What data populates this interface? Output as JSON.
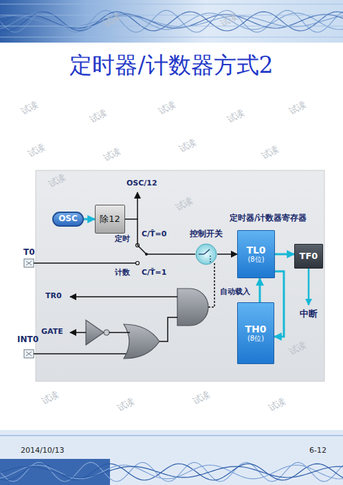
{
  "diagram": {
    "title": "定时器/计数器方式2",
    "nodes": [
      {
        "text": [
          "OSC"
        ]
      },
      {
        "text": [
          "除12"
        ]
      },
      {
        "text": [
          "控制开关"
        ]
      },
      {
        "text": [
          "TL0",
          "(8位)"
        ]
      },
      {
        "text": [
          "TF0"
        ]
      },
      {
        "text": [
          "TH0",
          "(8位)"
        ]
      }
    ],
    "edges": [
      {
        "from": 0,
        "to": 1,
        "arrow": "to"
      },
      {
        "from": 1,
        "to": 2,
        "arrow": "none"
      },
      {
        "from": 2,
        "to": 3,
        "arrow": "to"
      },
      {
        "from": 3,
        "to": 4,
        "arrow": "to"
      },
      {
        "from": 5,
        "to": 3,
        "arrow": "to"
      },
      {
        "from": 3,
        "to": 5,
        "arrow": "to"
      }
    ],
    "labels": [
      "OSC/12",
      "定时",
      "C/T̄=0",
      "T0",
      "计数",
      "C/T̄=1",
      "定时器/计数器寄存器",
      "自动载入",
      "中断",
      "TR0",
      "GATE",
      "INT0",
      "2014/10/13",
      "6-12",
      "试读",
      "试读",
      "试读",
      "试读",
      "试读",
      "试读",
      "试读",
      "试读",
      "试读",
      "试读",
      "试读",
      "试读",
      "试读",
      "试读",
      "试读",
      "试读",
      "试读",
      "试读"
    ]
  }
}
